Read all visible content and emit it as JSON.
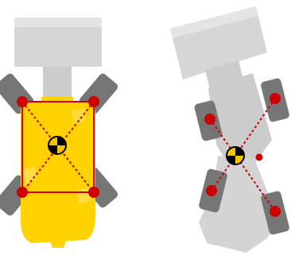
{
  "colors": {
    "background": "#ffffff",
    "body_grey": "#d6d6d6",
    "arm_grey": "#cccccc",
    "tire": "#767676",
    "tire_light": "#9a9a9a",
    "chassis_yellow": "#ffd200",
    "chassis_yellow_light": "#ffe160",
    "pivot_red": "#cc0000",
    "marker_black": "#000000",
    "marker_yellow": "#f5c400"
  },
  "vehicles": [
    {
      "name": "straight-vehicle",
      "state": "straight",
      "icons": [
        "cab-block",
        "boom-arm",
        "yellow-chassis",
        "tire",
        "pivot-dot",
        "center-of-gravity-icon"
      ]
    },
    {
      "name": "articulated-vehicle",
      "state": "articulated",
      "icons": [
        "cab-block",
        "boom-arm",
        "grey-chassis",
        "tire",
        "pivot-dot",
        "center-of-gravity-icon"
      ]
    }
  ]
}
